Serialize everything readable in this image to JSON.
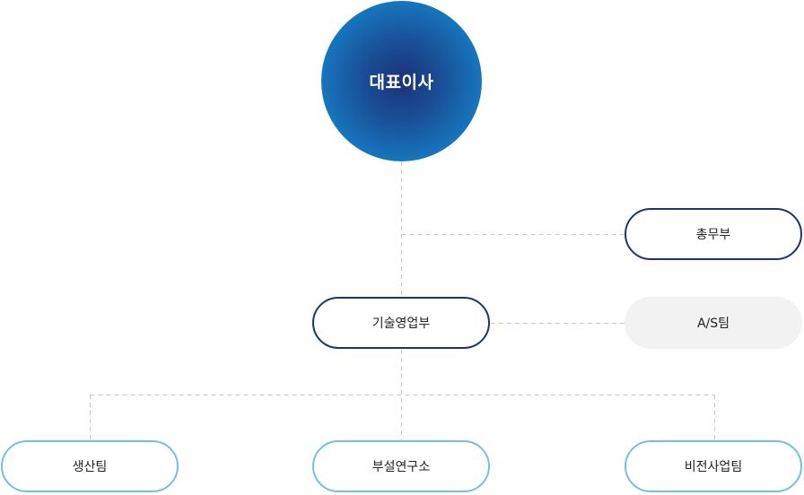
{
  "colors": {
    "ceo_gradient_center": "#1b3278",
    "ceo_gradient_edge": "#1389cf",
    "dark_border": "#1c3470",
    "light_border": "#74bfe2",
    "grey_fill": "#f2f2f2",
    "connector": "#c8c8c8"
  },
  "org": {
    "ceo": {
      "label": "대표이사"
    },
    "general_affairs": {
      "label": "총무부"
    },
    "tech_sales": {
      "label": "기술영업부"
    },
    "as_team": {
      "label": "A/S팀"
    },
    "production": {
      "label": "생산팀"
    },
    "research": {
      "label": "부설연구소"
    },
    "vision": {
      "label": "비전사업팀"
    }
  }
}
